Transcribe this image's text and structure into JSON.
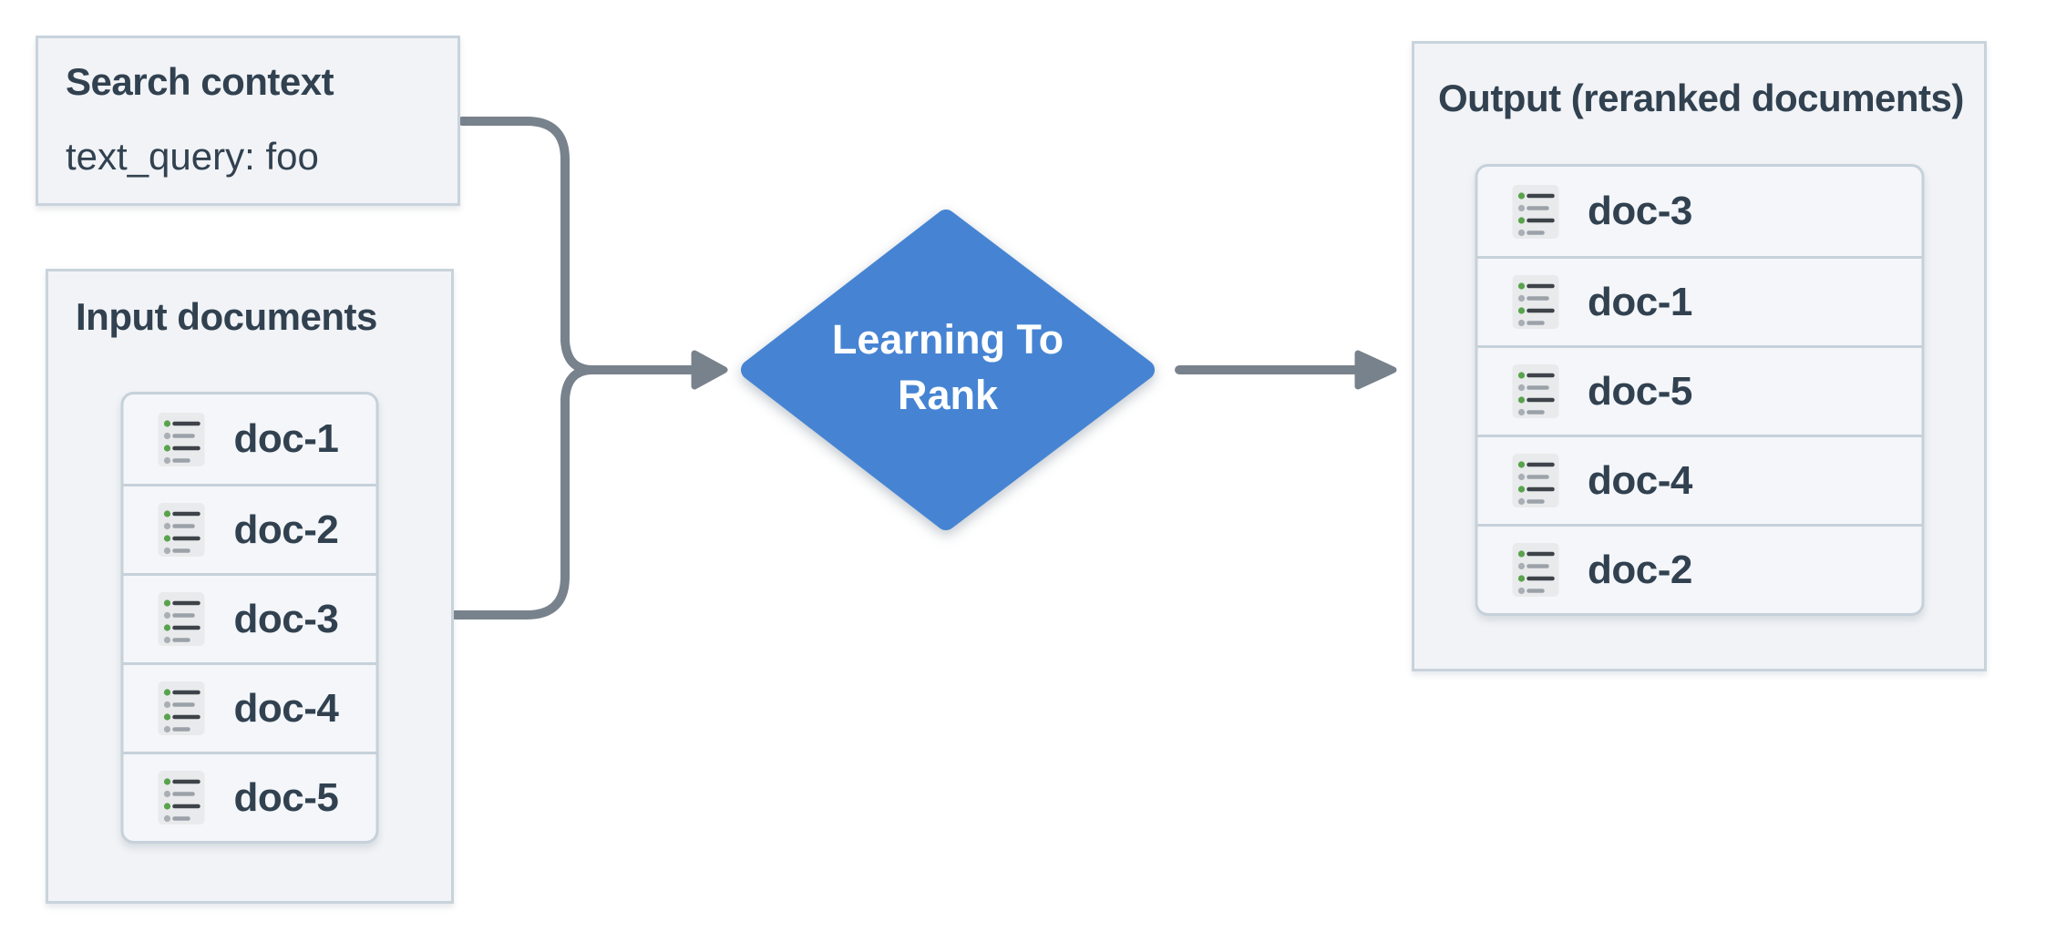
{
  "colors": {
    "text_dark": "#314150",
    "box_fill": "#f1f3f6",
    "box_border": "#c9d3dc",
    "card_fill": "#f4f6f9",
    "card_border": "#c6d1da",
    "icon_bg": "#e9eaec",
    "icon_line_dark": "#3d4348",
    "icon_line_gray": "#9ba1a8",
    "dot_green": "#58a34b",
    "dot_gray": "#a9afb5",
    "accent_blue": "#4684d3",
    "arrow_gray": "#78828c",
    "diamond_text": "#ffffff"
  },
  "search_context": {
    "title": "Search context",
    "body": "text_query: foo"
  },
  "input_documents": {
    "title": "Input documents",
    "items": [
      "doc-1",
      "doc-2",
      "doc-3",
      "doc-4",
      "doc-5"
    ]
  },
  "processor": {
    "label": "Learning To Rank"
  },
  "output_documents": {
    "title": "Output (reranked documents)",
    "items": [
      "doc-3",
      "doc-1",
      "doc-5",
      "doc-4",
      "doc-2"
    ]
  }
}
